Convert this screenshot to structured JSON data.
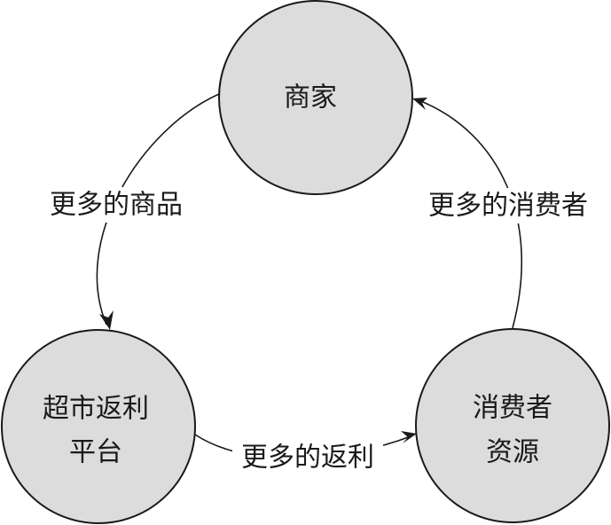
{
  "nodes": {
    "merchant": {
      "label": "商家"
    },
    "platform": {
      "line1": "超市返利",
      "line2": "平台"
    },
    "consumer": {
      "line1": "消费者",
      "line2": "资源"
    }
  },
  "edges": {
    "merchant_to_platform": {
      "label": "更多的商品"
    },
    "platform_to_consumer": {
      "label": "更多的返利"
    },
    "consumer_to_merchant": {
      "label": "更多的消费者"
    }
  },
  "colors": {
    "node_fill": "#dcdcdc",
    "stroke": "#1a1a1a",
    "background": "#ffffff"
  }
}
